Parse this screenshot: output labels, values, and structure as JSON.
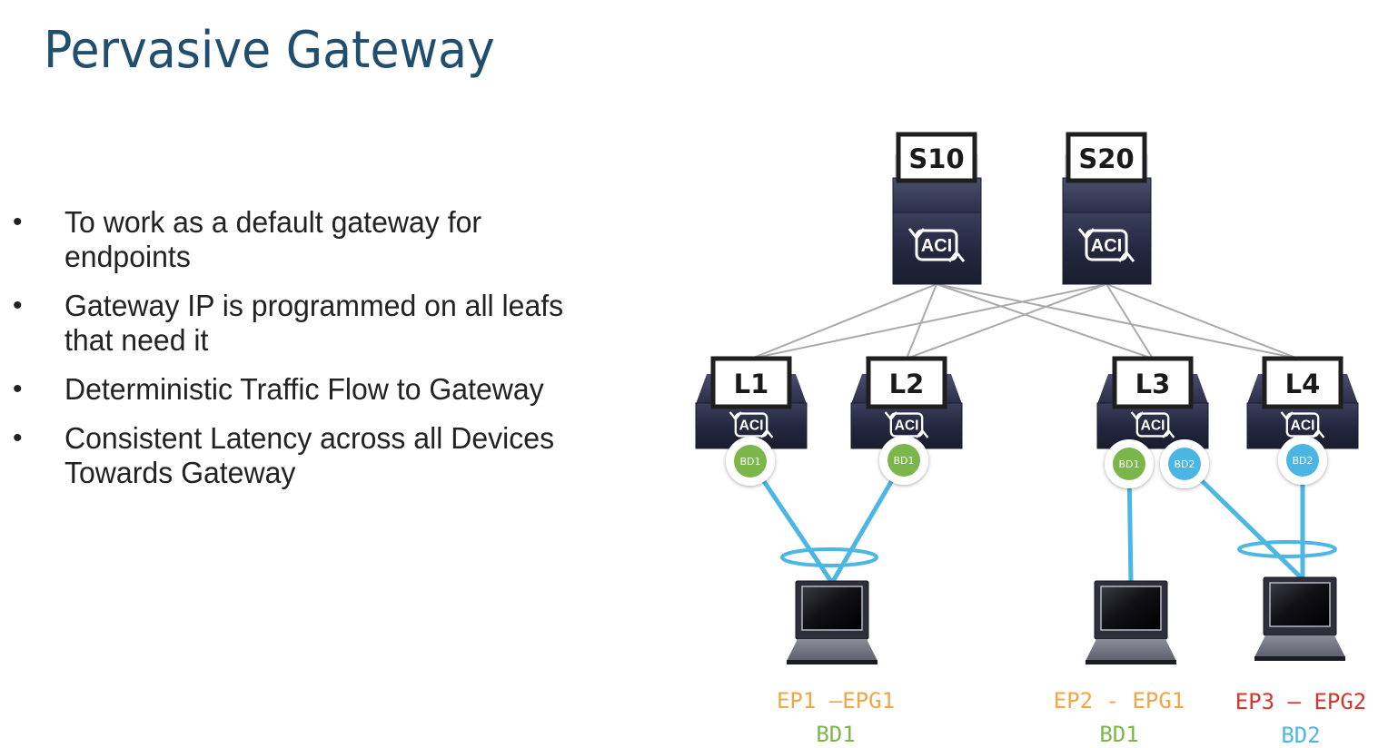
{
  "slide": {
    "title": "Pervasive Gateway",
    "bullets": [
      {
        "lines": [
          "To work as a default gateway for",
          "endpoints"
        ]
      },
      {
        "lines": [
          "Gateway IP is programmed on all leafs",
          "that need it"
        ]
      },
      {
        "lines": [
          "Deterministic Traffic Flow to Gateway"
        ]
      },
      {
        "lines": [
          "Consistent Latency across all Devices",
          "Towards Gateway"
        ]
      }
    ]
  },
  "diagram": {
    "colors": {
      "title": "#1f4e6e",
      "bd1": "#7ab648",
      "bd2": "#4cb6e4",
      "link": "#4cb6e4",
      "fabric_link": "#aaaaaa",
      "epg1": "#f2a541",
      "epg2": "#d9342b",
      "switch_body": "#2b2f45"
    },
    "spines": [
      {
        "id": "S10",
        "logo": "ACI"
      },
      {
        "id": "S20",
        "logo": "ACI"
      }
    ],
    "leaves": [
      {
        "id": "L1",
        "logo": "ACI",
        "bds": [
          "BD1"
        ]
      },
      {
        "id": "L2",
        "logo": "ACI",
        "bds": [
          "BD1"
        ]
      },
      {
        "id": "L3",
        "logo": "ACI",
        "bds": [
          "BD1",
          "BD2"
        ]
      },
      {
        "id": "L4",
        "logo": "ACI",
        "bds": [
          "BD2"
        ]
      }
    ],
    "fabric_links": [
      [
        "S10",
        "L1"
      ],
      [
        "S10",
        "L2"
      ],
      [
        "S10",
        "L3"
      ],
      [
        "S10",
        "L4"
      ],
      [
        "S20",
        "L1"
      ],
      [
        "S20",
        "L2"
      ],
      [
        "S20",
        "L3"
      ],
      [
        "S20",
        "L4"
      ]
    ],
    "endpoints": [
      {
        "id": "EP1",
        "label": "EP1 –EPG1",
        "bd": "BD1",
        "epg_color": "epg1",
        "bd_color": "bd1",
        "connected_to": [
          "L1 BD1",
          "L2 BD1"
        ],
        "port_channel": true
      },
      {
        "id": "EP2",
        "label": "EP2 - EPG1",
        "bd": "BD1",
        "epg_color": "epg1",
        "bd_color": "bd1",
        "connected_to": [
          "L3 BD1"
        ],
        "port_channel": false
      },
      {
        "id": "EP3",
        "label": "EP3 – EPG2",
        "bd": "BD2",
        "epg_color": "epg2",
        "bd_color": "bd2",
        "connected_to": [
          "L3 BD2",
          "L4 BD2"
        ],
        "port_channel": true
      }
    ]
  }
}
